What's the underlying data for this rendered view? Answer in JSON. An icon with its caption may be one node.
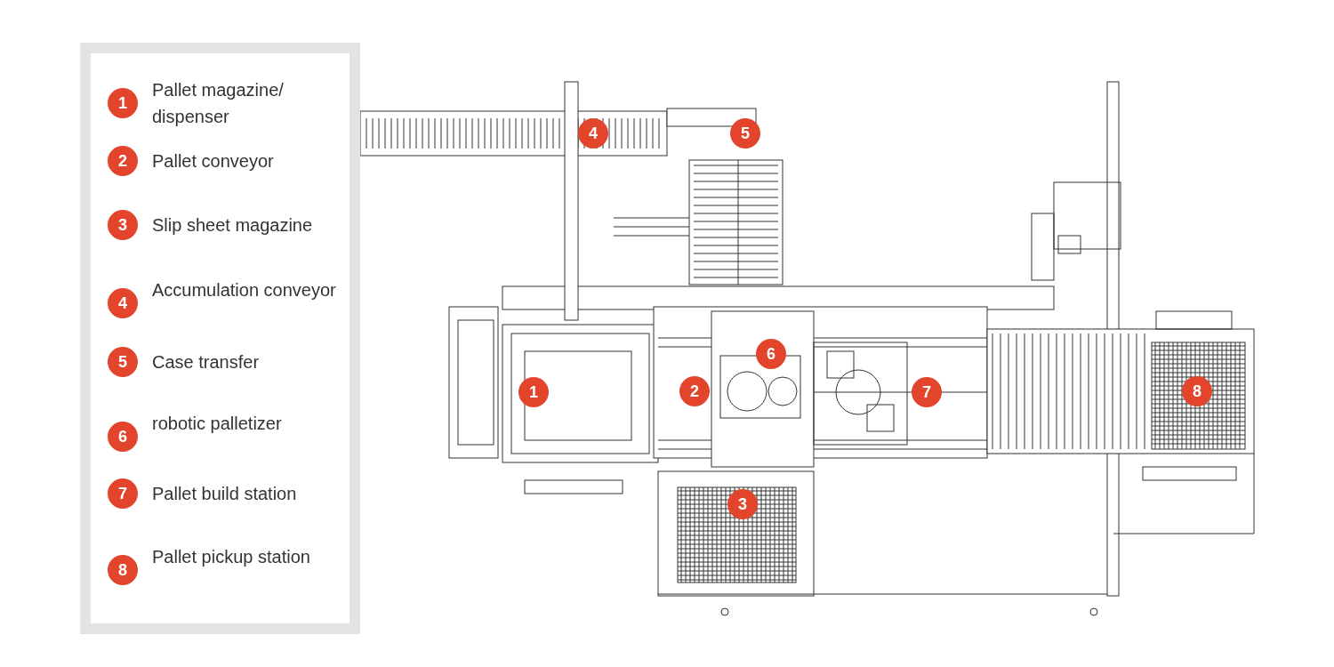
{
  "diagram": {
    "labels": [
      "1",
      "Pallet magazine/ dispenser",
      "2",
      "Pallet conveyor",
      "3",
      "Slip sheet magazine",
      "4",
      "Accumulation conveyor",
      "5",
      "Case transfer",
      "6",
      "robotic palletizer",
      "7",
      "Pallet build station",
      "8",
      "Pallet pickup station",
      "4",
      "5",
      "6",
      "1",
      "2",
      "7",
      "8",
      "3"
    ]
  }
}
